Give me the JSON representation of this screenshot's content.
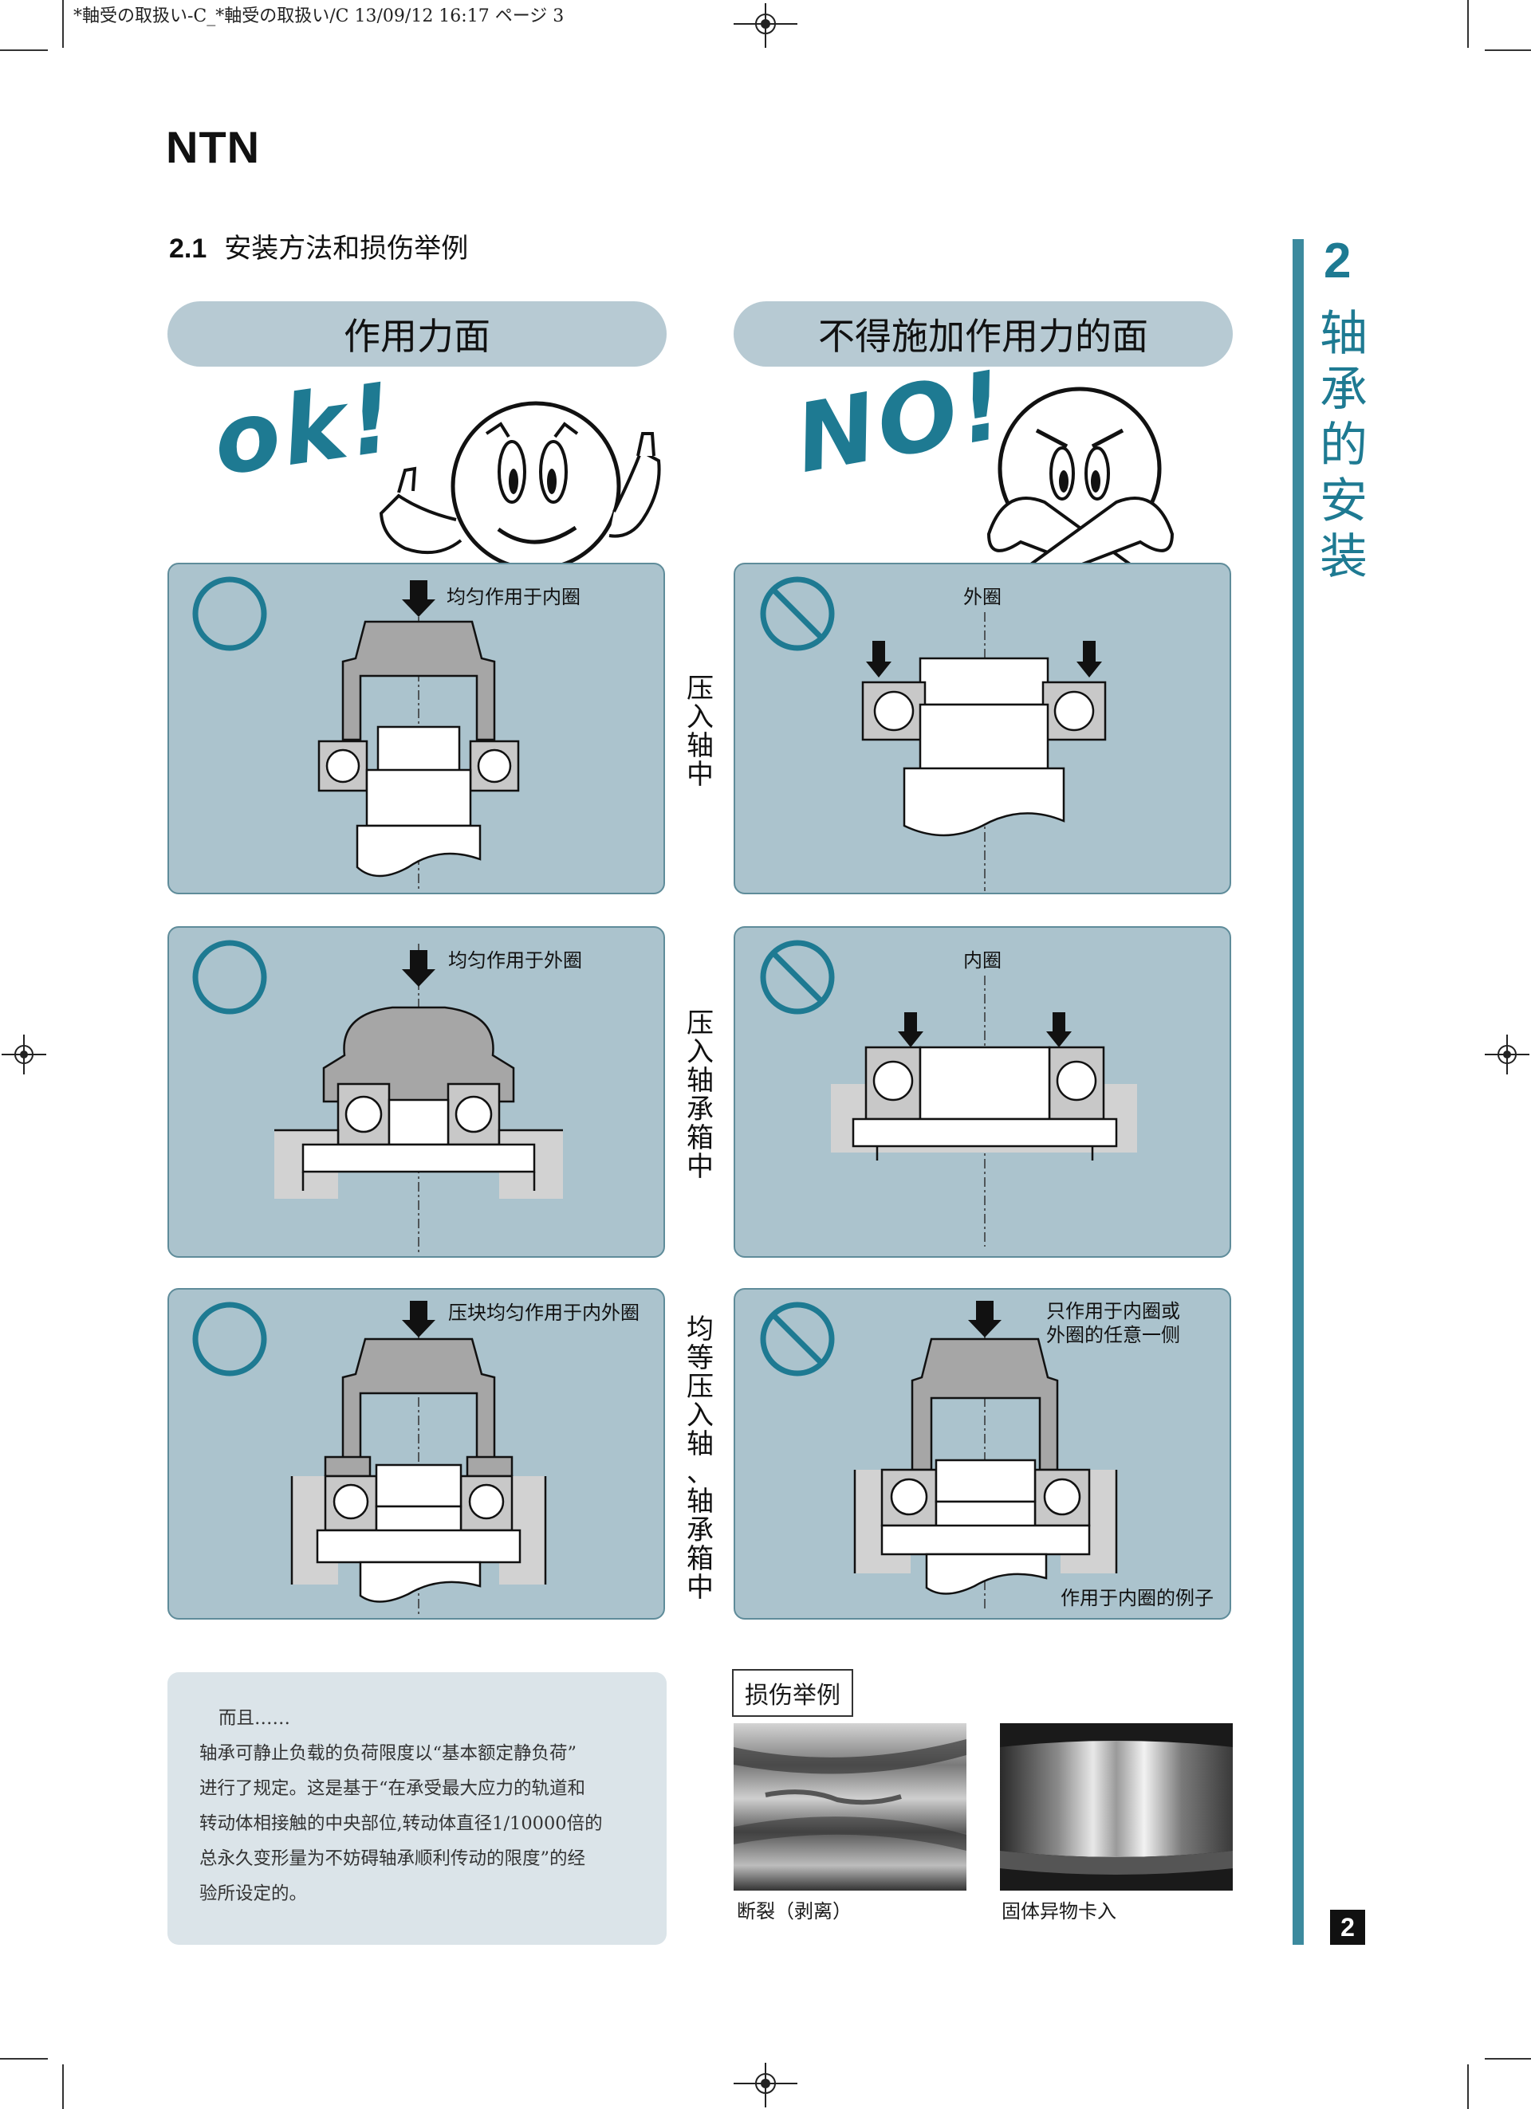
{
  "print_header": "*軸受の取扱い-C_*軸受の取扱い/C  13/09/12  16:17  ページ 3",
  "brand": "NTN",
  "section": {
    "number": "2.1",
    "title": "安装方法和损伤举例"
  },
  "columns": {
    "ok_header": "作用力面",
    "ng_header": "不得施加作用力的面"
  },
  "mascots": {
    "ok_text": "ok!",
    "ng_text": "NO!"
  },
  "rows": [
    {
      "title_chars": [
        "压",
        "入",
        "轴",
        "中"
      ],
      "ok_label": "均匀作用于内圈",
      "ng_label": "外圈"
    },
    {
      "title_chars": [
        "压",
        "入",
        "轴",
        "承",
        "箱",
        "中"
      ],
      "ok_label": "均匀作用于外圈",
      "ng_label": "内圈"
    },
    {
      "title_chars": [
        "均",
        "等",
        "压",
        "入",
        "轴",
        "、",
        "轴",
        "承",
        "箱",
        "中"
      ],
      "ok_label": "压块均匀作用于内外圈",
      "ng_label_lines": [
        "只作用于内圈或",
        "外圈的任意一侧"
      ],
      "ng_caption": "作用于内圈的例子"
    }
  ],
  "note": {
    "lines": [
      "而且……",
      "轴承可静止负载的负荷限度以“基本额定静负荷”",
      "进行了规定。这是基于“在承受最大应力的轨道和",
      "转动体相接触的中央部位,转动体直径1/10000倍的",
      "总永久变形量为不妨碍轴承顺利传动的限度”的经",
      "验所设定的。"
    ]
  },
  "damage": {
    "title": "损伤举例",
    "photos": [
      {
        "caption": "断裂（剥离）"
      },
      {
        "caption": "固体异物卡入"
      }
    ]
  },
  "sidebar": {
    "chapter_number": "2",
    "chapter_title_chars": [
      "轴",
      "承",
      "的",
      "安",
      "装"
    ]
  },
  "page_number": "2",
  "colors": {
    "accent": "#1e7a92",
    "panel": "#abc3cd",
    "header_pill": "#b7cad3",
    "note_bg": "#dbe4e9"
  }
}
